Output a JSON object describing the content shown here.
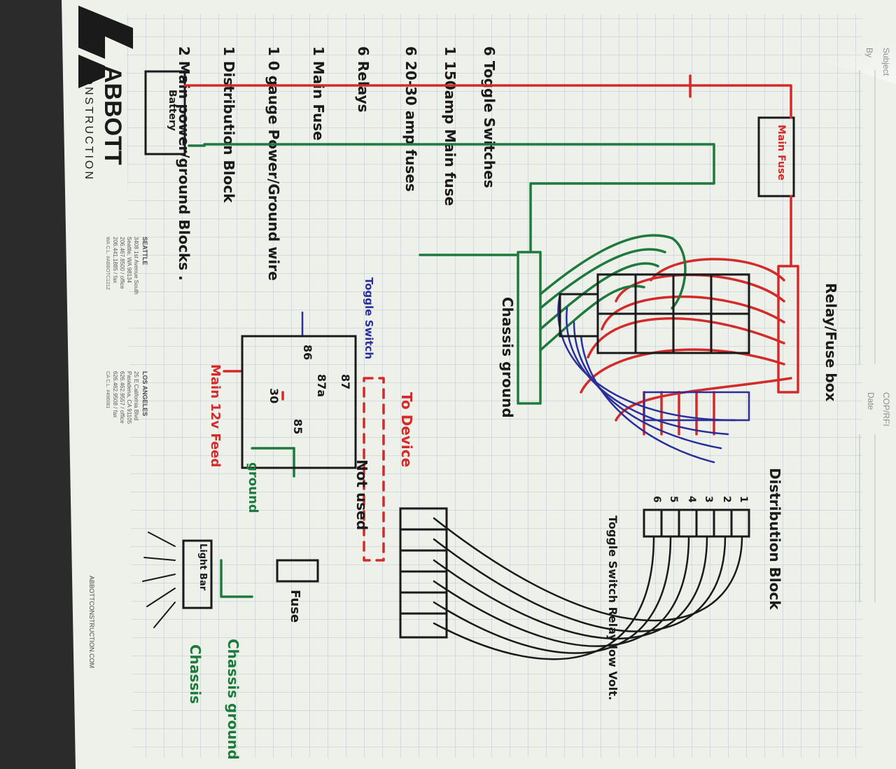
{
  "form_header": {
    "subject": "Subject",
    "by": "By",
    "cop_rfi": "COP/RFI",
    "date": "Date"
  },
  "brand": {
    "name": "ABBOTT",
    "sub": "CONSTRUCTION",
    "website": "ABBOTTCONSTRUCTION.COM",
    "seattle": {
      "city": "SEATTLE",
      "lines": [
        "3408 1st Avenue South",
        "Seattle, WA 98134",
        "206.467.8500 / office",
        "206.441.1885 / fax",
        "WA C.L. #ABBOTC121Z"
      ]
    },
    "los_angeles": {
      "city": "LOS ANGELES",
      "lines": [
        "25 E California Blvd",
        "Pasadena, CA 91105",
        "626.462.9557 / office",
        "626.462.9508 / fax",
        "CA C.L. #496081"
      ]
    }
  },
  "parts_list": [
    "6 Toggle Switches",
    "1 150amp Main fuse",
    "6 20-30 amp fuses",
    "6 Relays",
    "1 Main Fuse",
    "1 0 gauge Power/Ground wire",
    "1 Distribution Block",
    "2 Main power/ground Blocks ."
  ],
  "labels": {
    "battery": "Battery",
    "main_fuse": "Main Fuse",
    "relay_fuse_box": "Relay/Fuse box",
    "chassis_ground": "Chassis ground",
    "distribution_block": "Distribution Block",
    "toggle_note": "Toggle Switch Relay low Volt.",
    "toggle_switch": "Toggle Switch",
    "to_device": "To Device",
    "not_used": "Not used",
    "main_12v": "Main 12v Feed",
    "ground": "ground",
    "fuse": "Fuse",
    "light_bar": "Light Bar",
    "chassis_ground_right": "Chassis ground",
    "chassis_green": "Chassis",
    "pins": [
      "87",
      "87a",
      "86",
      "30",
      "85"
    ],
    "numbers": [
      "1",
      "2",
      "3",
      "4",
      "5",
      "6"
    ]
  },
  "colors": {
    "paper": "#eef0ea",
    "grid": "#b9c6cf",
    "red_ink": "#d42a2a",
    "green_ink": "#1e7a3c",
    "blue_ink": "#2a2f9a",
    "black_ink": "#1a1a1a"
  }
}
